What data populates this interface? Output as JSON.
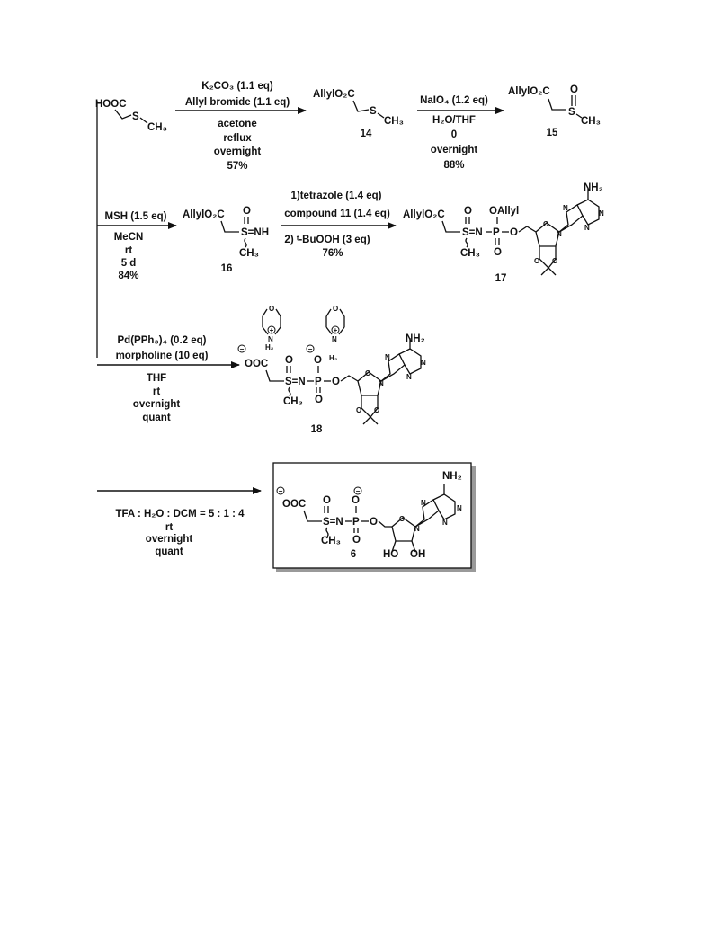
{
  "step1": {
    "reagent1": "K₂CO₃ (1.1 eq)",
    "reagent2": "Allyl bromide (1.1 eq)",
    "solvent": "acetone",
    "temp": "reflux",
    "time": "overnight",
    "yield": "57%"
  },
  "step2": {
    "reagent1": "NaIO₄ (1.2 eq)",
    "solvent": "H₂O/THF",
    "temp": "0",
    "time": "overnight",
    "yield": "88%"
  },
  "step3": {
    "reagent1": "MSH (1.5 eq)",
    "solvent": "MeCN",
    "temp": "rt",
    "time": "5 d",
    "yield": "84%"
  },
  "step4": {
    "reagent1": "1)tetrazole (1.4 eq)",
    "reagent2": "compound 11 (1.4 eq)",
    "reagent3": "2) ᵗ-BuOOH (3 eq)",
    "yield": "76%"
  },
  "step5": {
    "reagent1": "Pd(PPh₃)₄ (0.2 eq)",
    "reagent2": "morpholine (10 eq)",
    "solvent": "THF",
    "temp": "rt",
    "time": "overnight",
    "yield": "quant"
  },
  "step6": {
    "reagent1": "TFA : H₂O : DCM = 5 : 1 : 4",
    "temp": "rt",
    "time": "overnight",
    "yield": "quant"
  },
  "compounds": {
    "c14": "14",
    "c15": "15",
    "c16": "16",
    "c17": "17",
    "c18": "18",
    "c6": "6"
  },
  "atoms": {
    "hooc": "HOOC",
    "allylo2c": "AllylO₂C",
    "ooc": "OOC",
    "s": "S",
    "ch3": "CH₃",
    "o": "O",
    "snh": "S=NH",
    "sn": "S=N",
    "n": "N",
    "p": "P",
    "oallyl": "OAllyl",
    "nh2": "NH₂",
    "h2": "H₂",
    "ho": "HO",
    "oh": "OH",
    "minus": "−",
    "plus": "+"
  }
}
